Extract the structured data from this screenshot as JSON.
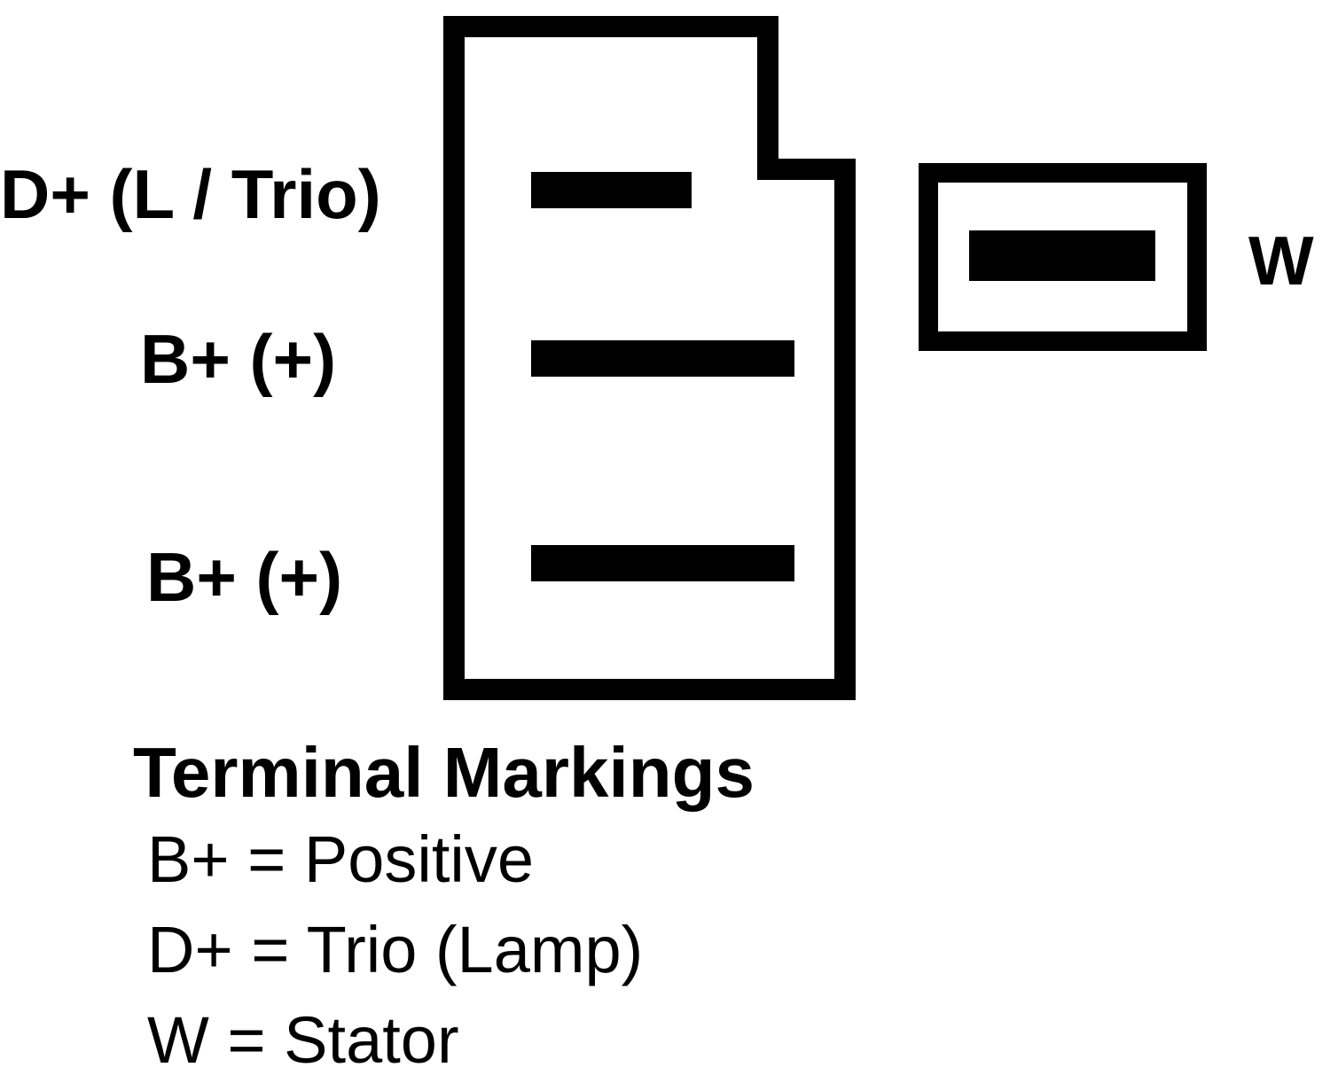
{
  "diagram": {
    "terminal_labels": {
      "d_plus": "D+ (L / Trio)",
      "b_plus_upper": "B+ (+)",
      "b_plus_lower": "B+ (+)",
      "w": "W"
    },
    "legend": {
      "title": "Terminal Markings",
      "items": [
        "B+ = Positive",
        "D+ = Trio (Lamp)",
        "W = Stator"
      ]
    }
  },
  "colors": {
    "stroke": "#000000",
    "background": "#ffffff"
  }
}
